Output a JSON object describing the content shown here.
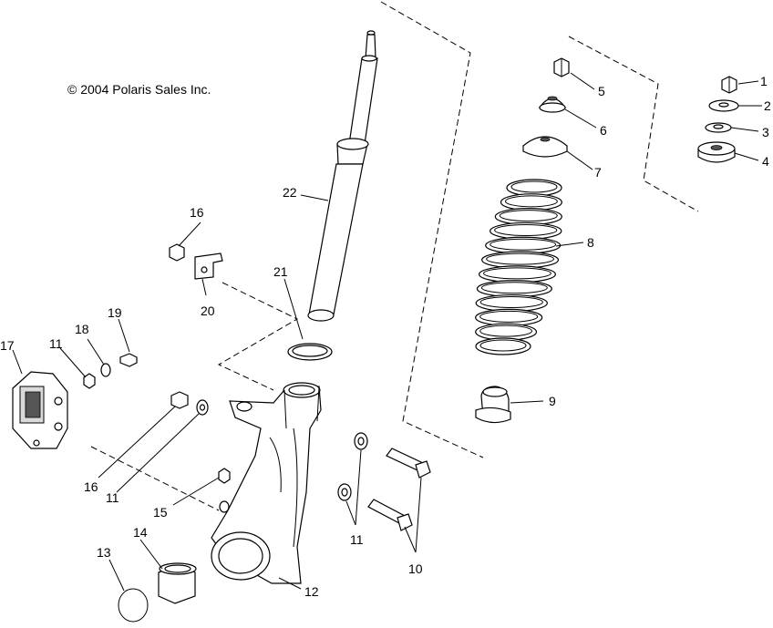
{
  "copyright": "© 2004 Polaris Sales Inc.",
  "callouts": [
    {
      "id": "1",
      "text": "1"
    },
    {
      "id": "2",
      "text": "2"
    },
    {
      "id": "3",
      "text": "3"
    },
    {
      "id": "4",
      "text": "4"
    },
    {
      "id": "5",
      "text": "5"
    },
    {
      "id": "6",
      "text": "6"
    },
    {
      "id": "7",
      "text": "7"
    },
    {
      "id": "8",
      "text": "8"
    },
    {
      "id": "9",
      "text": "9"
    },
    {
      "id": "10",
      "text": "10"
    },
    {
      "id": "11a",
      "text": "11"
    },
    {
      "id": "11b",
      "text": "11"
    },
    {
      "id": "11c",
      "text": "11"
    },
    {
      "id": "12",
      "text": "12"
    },
    {
      "id": "13",
      "text": "13"
    },
    {
      "id": "14",
      "text": "14"
    },
    {
      "id": "15",
      "text": "15"
    },
    {
      "id": "16a",
      "text": "16"
    },
    {
      "id": "16b",
      "text": "16"
    },
    {
      "id": "17",
      "text": "17"
    },
    {
      "id": "18",
      "text": "18"
    },
    {
      "id": "19",
      "text": "19"
    },
    {
      "id": "20",
      "text": "20"
    },
    {
      "id": "21",
      "text": "21"
    },
    {
      "id": "22",
      "text": "22"
    }
  ]
}
